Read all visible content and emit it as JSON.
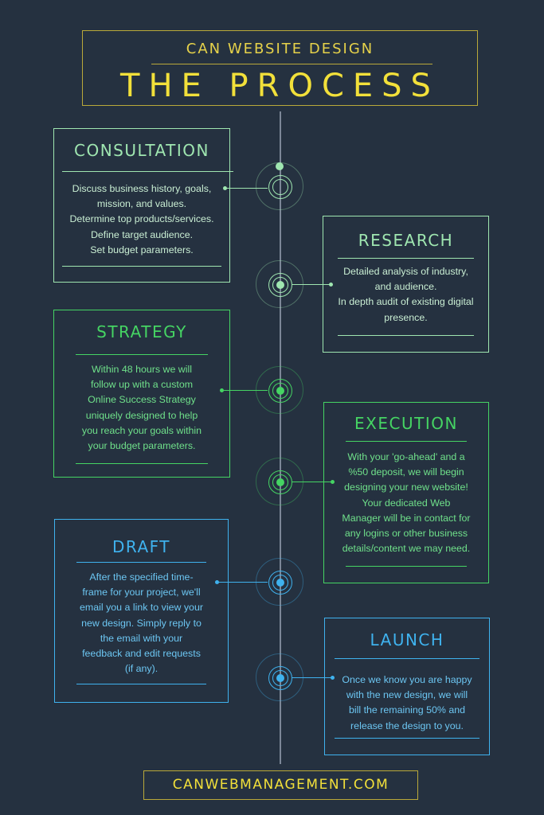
{
  "header": {
    "subtitle": "CAN WEBSITE DESIGN",
    "title": "THE PROCESS"
  },
  "steps": [
    {
      "title": "CONSULTATION",
      "lines": [
        "Discuss business history, goals,",
        "mission, and values.",
        "Determine top products/services.",
        "Define target audience.",
        "Set budget parameters."
      ]
    },
    {
      "title": "RESEARCH",
      "lines": [
        "Detailed analysis of industry,",
        "and audience.",
        "In depth audit of existing digital",
        "presence."
      ]
    },
    {
      "title": "STRATEGY",
      "lines": [
        "Within 48 hours we will",
        "follow up with a custom",
        "Online Success Strategy",
        "uniquely designed to help",
        "you reach your goals within",
        "your budget parameters."
      ]
    },
    {
      "title": "EXECUTION",
      "lines": [
        "With your 'go-ahead' and a",
        "%50 deposit, we will begin",
        "designing your new website!",
        "Your dedicated Web",
        "Manager will be in contact for",
        "any logins or other business",
        "details/content we may need."
      ]
    },
    {
      "title": "DRAFT",
      "lines": [
        "After the specified time-",
        "frame for your project, we'll",
        "email you a link to view your",
        "new design. Simply reply to",
        "the email with your",
        "feedback and edit requests",
        "(if any)."
      ]
    },
    {
      "title": "LAUNCH",
      "lines": [
        "Once we know you are happy",
        "with the new design, we will",
        "bill the remaining 50% and",
        "release the design to you."
      ]
    }
  ],
  "footer": {
    "website": "CANWEBMANAGEMENT.COM"
  },
  "colors": {
    "background": "#253140",
    "gold": "#f2e03a",
    "mint": "#9fe6b0",
    "green": "#45d463",
    "blue": "#3fb2ee"
  }
}
